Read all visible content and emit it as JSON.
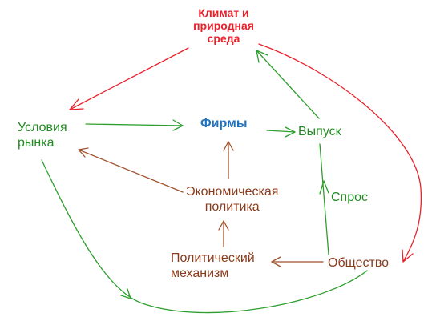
{
  "nodes": {
    "climate": {
      "lines": [
        "Климат и",
        "природная",
        "среда"
      ],
      "color": "#e8202a"
    },
    "market": {
      "lines": [
        "Условия",
        "рынка"
      ],
      "color": "#228b22"
    },
    "firms": {
      "lines": [
        "Фирмы"
      ],
      "color": "#1e73be"
    },
    "output": {
      "lines": [
        "Выпуск"
      ],
      "color": "#228b22"
    },
    "demand": {
      "lines": [
        "Спрос"
      ],
      "color": "#228b22"
    },
    "policy": {
      "lines": [
        "Экономическая",
        "политика"
      ],
      "color": "#8b3a1a"
    },
    "polmech": {
      "lines": [
        "Политический",
        "механизм"
      ],
      "color": "#8b3a1a"
    },
    "society": {
      "lines": [
        "Общество"
      ],
      "color": "#8b3a1a"
    }
  },
  "edge_colors": {
    "red": "#e8202a",
    "green": "#2e9e2e",
    "brown": "#a0522d"
  }
}
